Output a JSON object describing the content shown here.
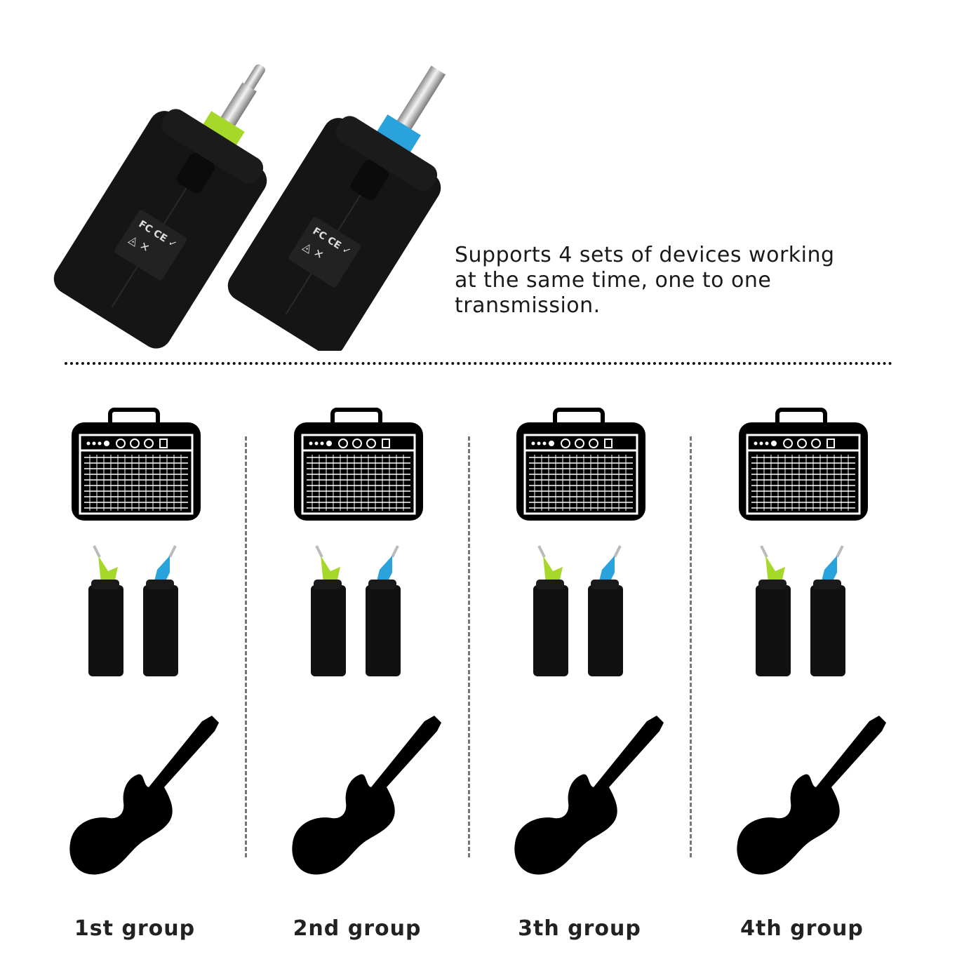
{
  "headline": {
    "lines": [
      "Supports 4 sets of devices working",
      "at the same time, one to one",
      "transmission."
    ]
  },
  "colors": {
    "transmitter_cap": "#a6d82a",
    "receiver_cap": "#2aa3dc",
    "device_body": "#111111",
    "silhouette": "#000000"
  },
  "groups": [
    {
      "label": "1st group"
    },
    {
      "label": "2nd group"
    },
    {
      "label": "3th group"
    },
    {
      "label": "4th group"
    }
  ],
  "icons": {
    "amplifier": "amplifier-icon",
    "guitar": "electric-guitar-icon",
    "transmitter": "transmitter-device",
    "receiver": "receiver-device"
  }
}
